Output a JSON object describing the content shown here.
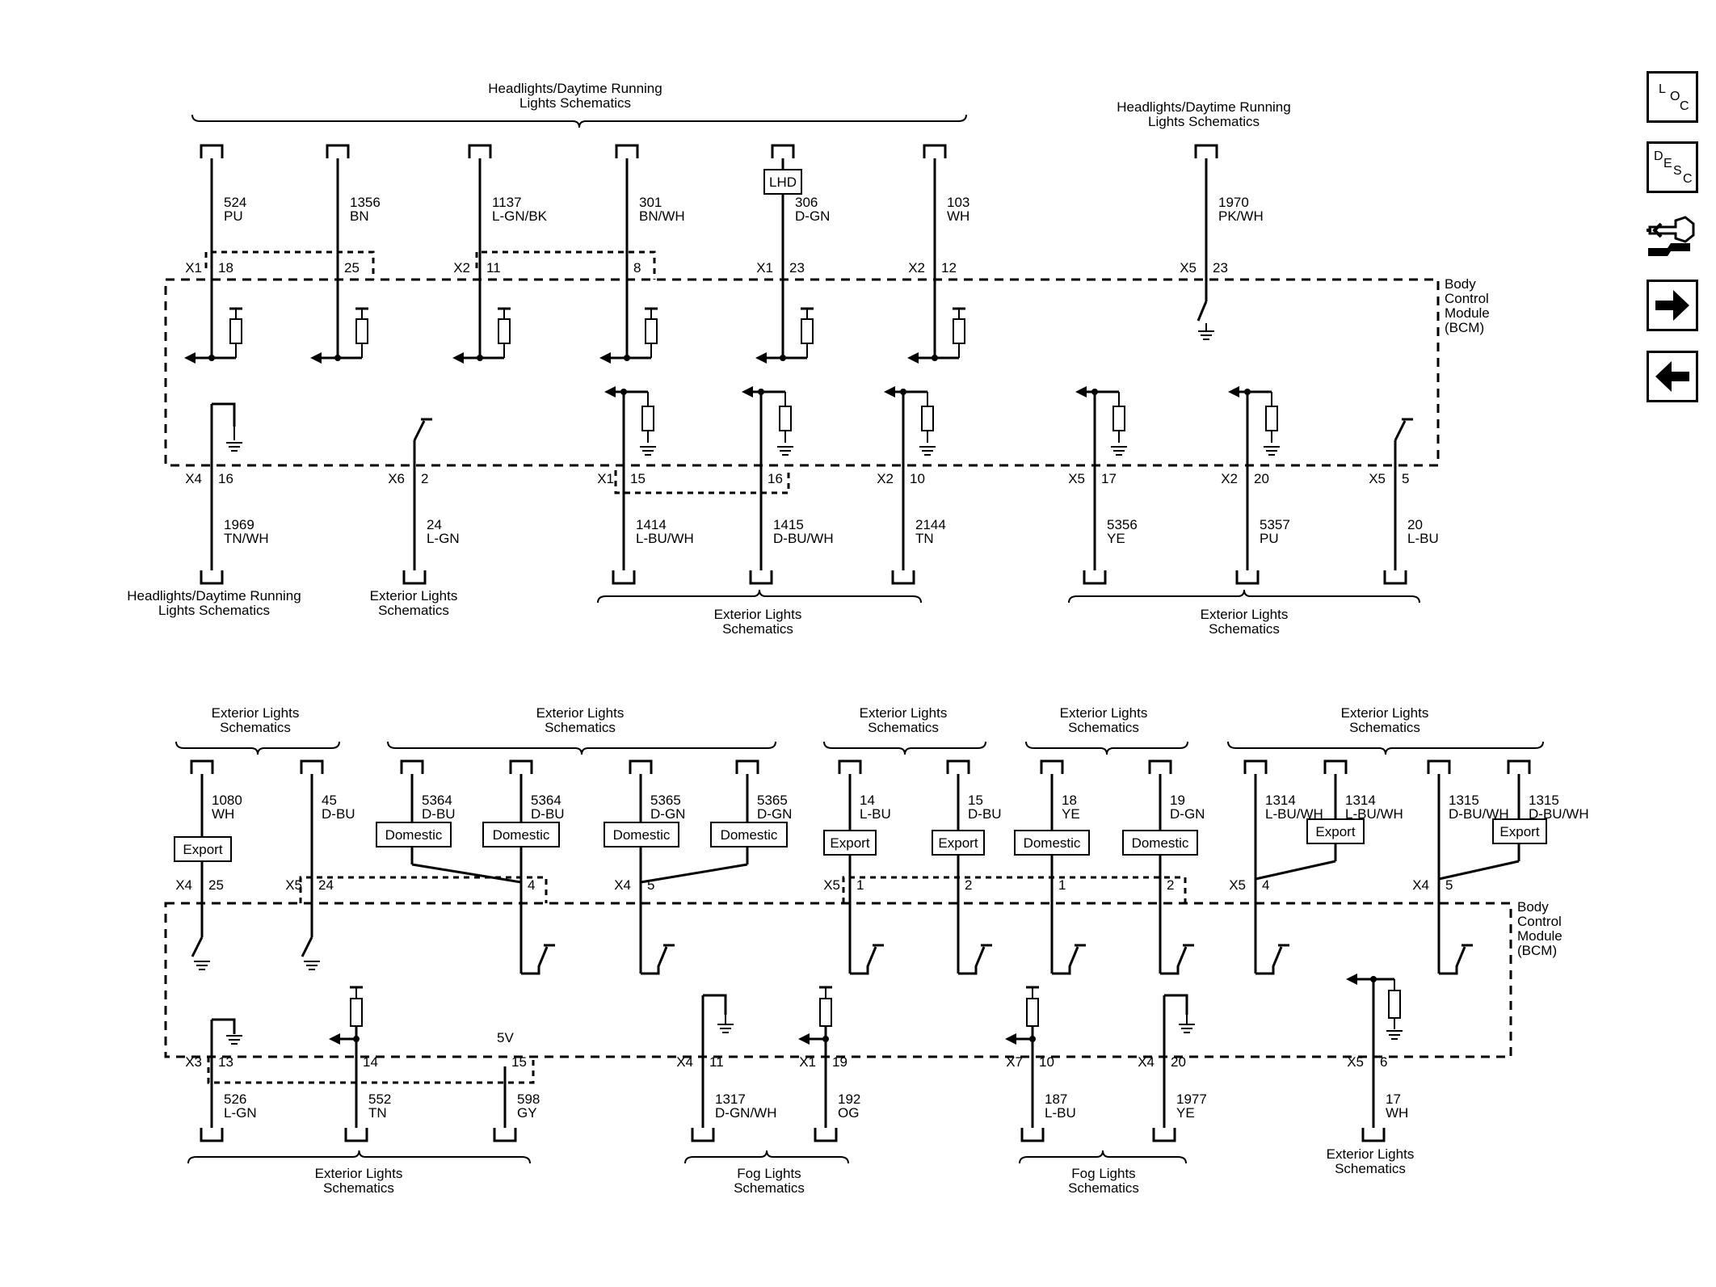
{
  "diagram": {
    "module_name": [
      "Body",
      "Control",
      "Module",
      "(BCM)"
    ],
    "refs": {
      "hdl": [
        "Headlights/Daytime Running",
        "Lights Schematics"
      ],
      "ext": [
        "Exterior Lights",
        "Schematics"
      ],
      "fog": [
        "Fog Lights",
        "Schematics"
      ]
    },
    "top_upper_wires": [
      {
        "conn": "X1",
        "pin": "18",
        "circuit": "524",
        "color": "PU"
      },
      {
        "conn": "",
        "pin": "25",
        "circuit": "1356",
        "color": "BN"
      },
      {
        "conn": "X2",
        "pin": "11",
        "circuit": "1137",
        "color": "L-GN/BK"
      },
      {
        "conn": "",
        "pin": "8",
        "circuit": "301",
        "color": "BN/WH"
      },
      {
        "conn": "X1",
        "pin": "23",
        "circuit": "306",
        "color": "D-GN"
      },
      {
        "conn": "X2",
        "pin": "12",
        "circuit": "103",
        "color": "WH"
      },
      {
        "conn": "X5",
        "pin": "23",
        "circuit": "1970",
        "color": "PK/WH"
      }
    ],
    "lhd_label": "LHD",
    "top_lower_wires": [
      {
        "conn": "X4",
        "pin": "16",
        "circuit": "1969",
        "color": "TN/WH"
      },
      {
        "conn": "X6",
        "pin": "2",
        "circuit": "24",
        "color": "L-GN"
      },
      {
        "conn": "X1",
        "pin": "15",
        "circuit": "1414",
        "color": "L-BU/WH"
      },
      {
        "conn": "",
        "pin": "16",
        "circuit": "1415",
        "color": "D-BU/WH"
      },
      {
        "conn": "X2",
        "pin": "10",
        "circuit": "2144",
        "color": "TN"
      },
      {
        "conn": "X5",
        "pin": "17",
        "circuit": "5356",
        "color": "YE"
      },
      {
        "conn": "X2",
        "pin": "20",
        "circuit": "5357",
        "color": "PU"
      },
      {
        "conn": "X5",
        "pin": "5",
        "circuit": "20",
        "color": "L-BU"
      }
    ],
    "bottom_upper_wires": [
      {
        "conn": "X4",
        "pin": "25",
        "circuit": "1080",
        "color": "WH"
      },
      {
        "conn": "X5",
        "pin": "24",
        "circuit": "45",
        "color": "D-BU"
      },
      {
        "conn": "",
        "pin": "",
        "circuit": "5364",
        "color": "D-BU"
      },
      {
        "conn": "",
        "pin": "4",
        "circuit": "5364",
        "color": "D-BU"
      },
      {
        "conn": "X4",
        "pin": "5",
        "circuit": "5365",
        "color": "D-GN"
      },
      {
        "conn": "",
        "pin": "",
        "circuit": "5365",
        "color": "D-GN"
      },
      {
        "conn": "X5",
        "pin": "1",
        "circuit": "14",
        "color": "L-BU"
      },
      {
        "conn": "",
        "pin": "2",
        "circuit": "15",
        "color": "D-BU"
      },
      {
        "conn": "",
        "pin": "1",
        "circuit": "18",
        "color": "YE"
      },
      {
        "conn": "",
        "pin": "2",
        "circuit": "19",
        "color": "D-GN"
      },
      {
        "conn": "X5",
        "pin": "4",
        "circuit": "1314",
        "color": "L-BU/WH"
      },
      {
        "conn": "",
        "pin": "",
        "circuit": "1314",
        "color": "L-BU/WH"
      },
      {
        "conn": "X4",
        "pin": "5",
        "circuit": "1315",
        "color": "D-BU/WH"
      },
      {
        "conn": "",
        "pin": "",
        "circuit": "1315",
        "color": "D-BU/WH"
      }
    ],
    "option_labels": {
      "export": "Export",
      "domestic": "Domestic"
    },
    "bottom_lower_wires": [
      {
        "conn": "X3",
        "pin": "13",
        "circuit": "526",
        "color": "L-GN"
      },
      {
        "conn": "",
        "pin": "14",
        "circuit": "552",
        "color": "TN"
      },
      {
        "conn": "",
        "pin": "15",
        "circuit": "598",
        "color": "GY"
      },
      {
        "conn": "X4",
        "pin": "11",
        "circuit": "1317",
        "color": "D-GN/WH"
      },
      {
        "conn": "X1",
        "pin": "19",
        "circuit": "192",
        "color": "OG"
      },
      {
        "conn": "X7",
        "pin": "10",
        "circuit": "187",
        "color": "L-BU"
      },
      {
        "conn": "X4",
        "pin": "20",
        "circuit": "1977",
        "color": "YE"
      },
      {
        "conn": "X5",
        "pin": "6",
        "circuit": "17",
        "color": "WH"
      }
    ],
    "voltage_label": "5V"
  },
  "nav": {
    "loc": [
      "L",
      "O",
      "C"
    ],
    "desc": [
      "D",
      "E",
      "S",
      "C"
    ],
    "icons": [
      "loc-icon",
      "desc-icon",
      "connector-tool-icon",
      "arrow-right-icon",
      "arrow-left-icon"
    ]
  }
}
